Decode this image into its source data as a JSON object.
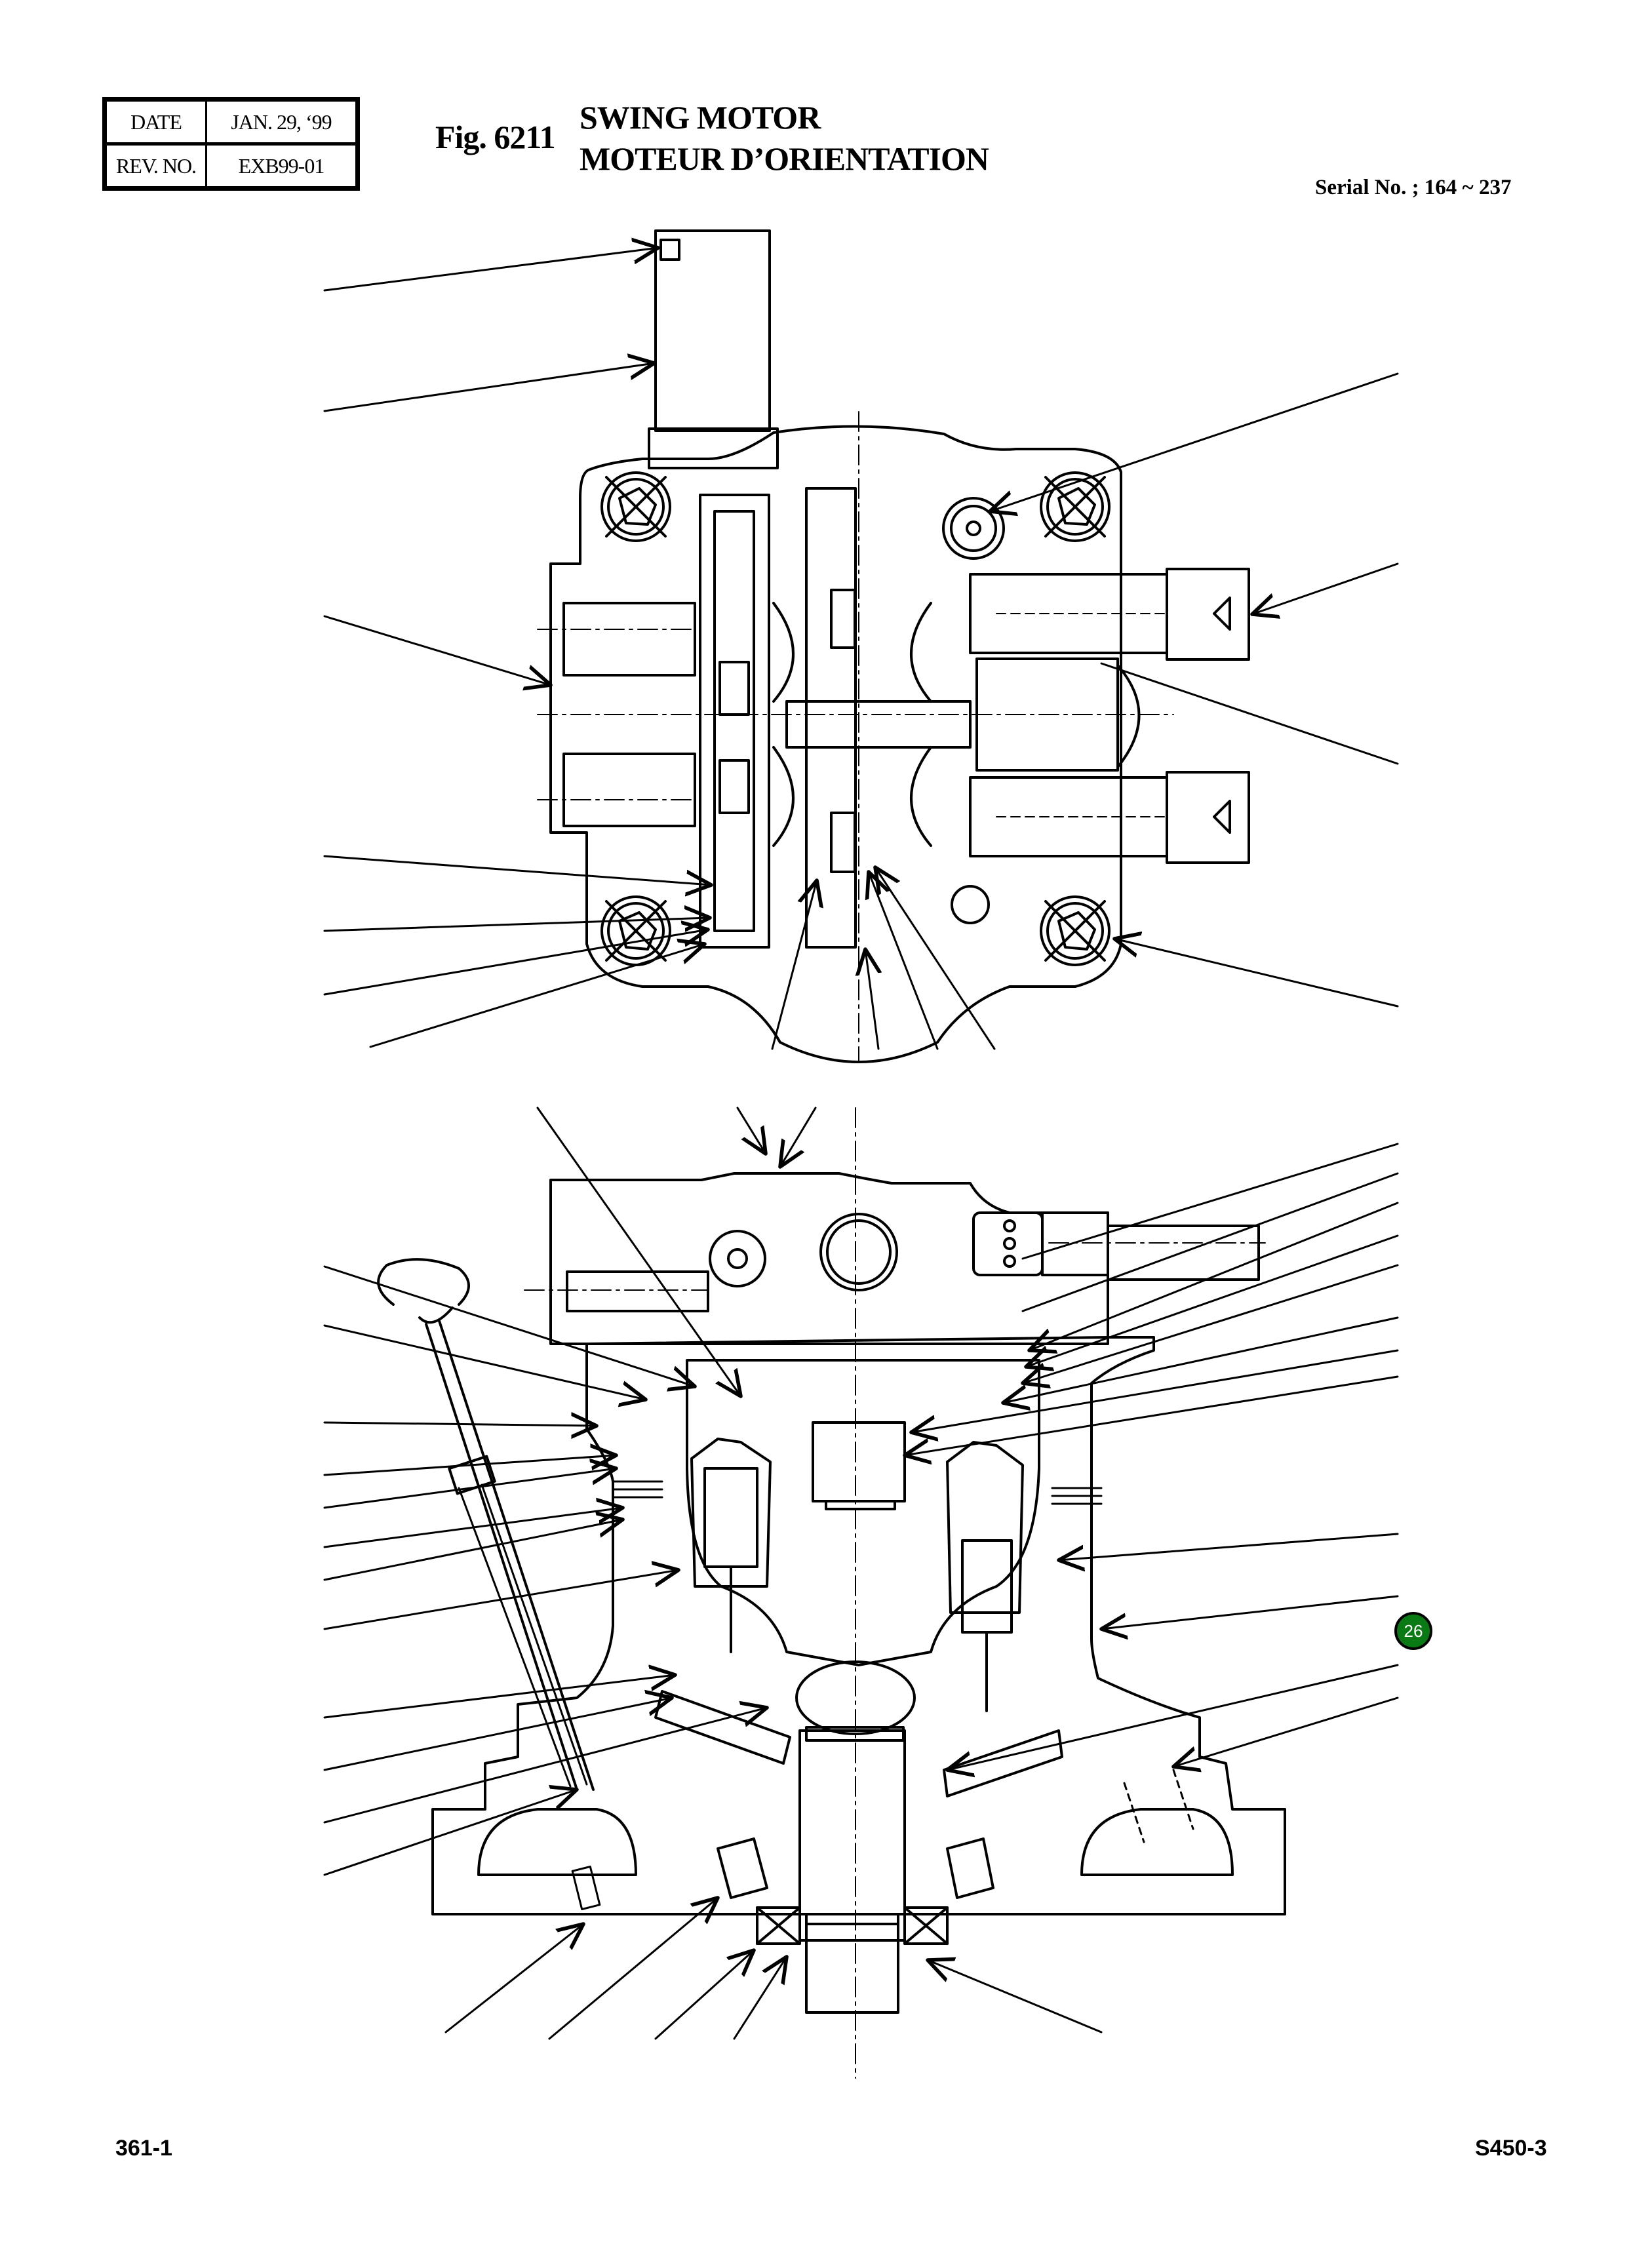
{
  "header": {
    "date_label": "DATE",
    "date_value": "JAN. 29, ‘99",
    "rev_label": "REV. NO.",
    "rev_value": "EXB99-01",
    "figure": "Fig. 6211",
    "title_en": "SWING MOTOR",
    "title_fr": "MOTEUR D’ORIENTATION",
    "serial": "Serial No. ; 164 ~ 237"
  },
  "drawings": {
    "top_view": {
      "label": "swing-motor-top-section"
    },
    "bottom_view": {
      "label": "swing-motor-side-section"
    }
  },
  "callouts": [
    {
      "number": "26",
      "color": "#0a7a14"
    }
  ],
  "footer": {
    "page": "361-1",
    "model": "S450-3"
  }
}
